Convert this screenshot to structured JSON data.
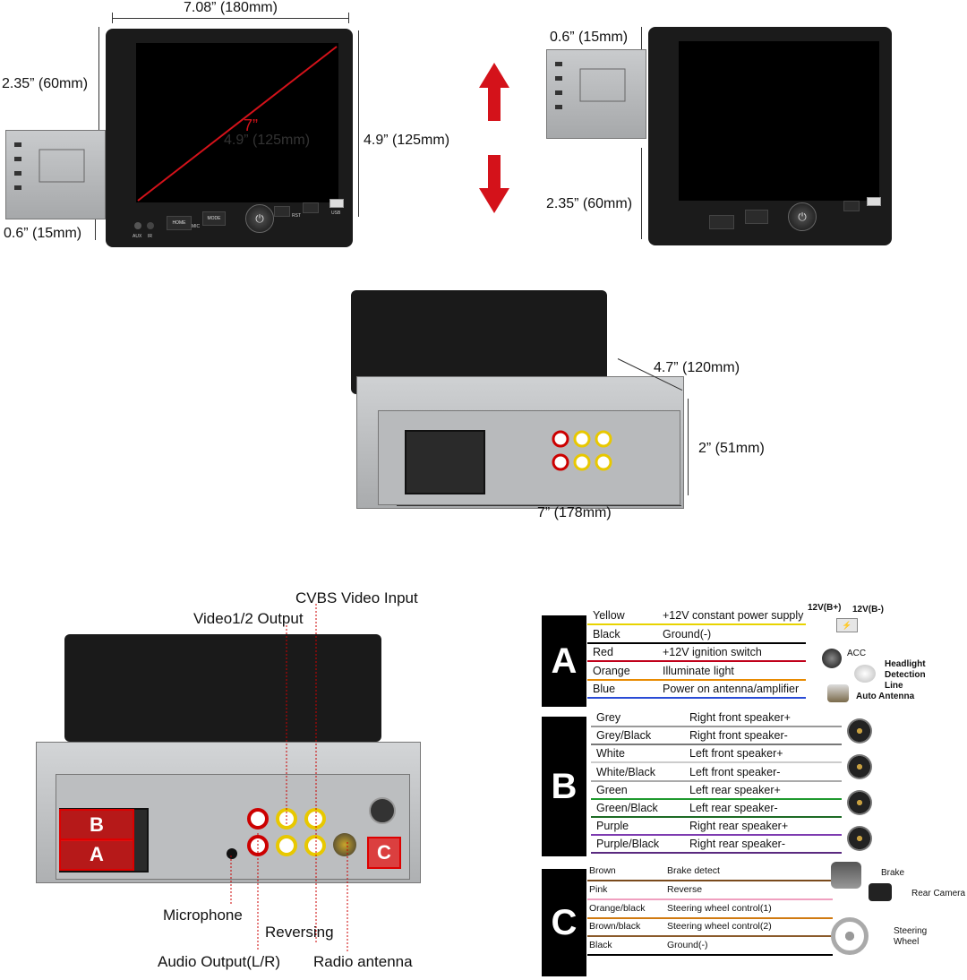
{
  "top_left": {
    "width": "7.08” (180mm)",
    "left_h": "2.35” (60mm)",
    "right_h": "4.9” (125mm)",
    "bottom": "0.6” (15mm)",
    "diag": "7”",
    "inner": "4.9” (125mm)",
    "btn_home": "HOME",
    "btn_mode": "MODE",
    "btn_rst": "RST",
    "lbl_aux": "AUX",
    "lbl_ir": "IR",
    "lbl_mic": "MIC",
    "lbl_usb": "USB"
  },
  "top_right": {
    "top": "0.6” (15mm)",
    "bottom": "2.35” (60mm)"
  },
  "middle": {
    "depth": "4.7” (120mm)",
    "height": "2” (51mm)",
    "width": "7” (178mm)"
  },
  "back": {
    "cvbs": "CVBS Video Input",
    "video12": "Video1/2 Output",
    "mic": "Microphone",
    "reversing": "Reversing",
    "audio": "Audio Output(L/R)",
    "antenna": "Radio antenna",
    "marker_b": "B",
    "marker_a": "A",
    "marker_c": "C"
  },
  "wiring": {
    "A": {
      "letter": "A",
      "rows": [
        {
          "name": "Yellow",
          "desc": "+12V constant power supply",
          "color": "#e8d300"
        },
        {
          "name": "Black",
          "desc": "Ground(-)",
          "color": "#000000"
        },
        {
          "name": "Red",
          "desc": "+12V ignition switch",
          "color": "#c0001a"
        },
        {
          "name": "Orange",
          "desc": "Illuminate light",
          "color": "#e88a00"
        },
        {
          "name": "Blue",
          "desc": "Power on antenna/amplifier",
          "color": "#2a4bd6"
        }
      ],
      "battery_pos": "12V(B+)",
      "battery_neg": "12V(B-)",
      "acc": "ACC",
      "headlight": [
        "Headlight",
        "Detection",
        "Line"
      ],
      "antenna": "Auto Antenna"
    },
    "B": {
      "letter": "B",
      "rows": [
        {
          "name": "Grey",
          "desc": "Right front speaker+",
          "color": "#999999"
        },
        {
          "name": "Grey/Black",
          "desc": "Right front speaker-",
          "color": "#777777"
        },
        {
          "name": "White",
          "desc": "Left front speaker+",
          "color": "#cccccc"
        },
        {
          "name": "White/Black",
          "desc": "Left front speaker-",
          "color": "#aaaaaa"
        },
        {
          "name": "Green",
          "desc": "Left rear speaker+",
          "color": "#1f9a2e"
        },
        {
          "name": "Green/Black",
          "desc": "Left rear speaker-",
          "color": "#1d6b25"
        },
        {
          "name": "Purple",
          "desc": "Right rear speaker+",
          "color": "#7d3bb0"
        },
        {
          "name": "Purple/Black",
          "desc": "Right rear speaker-",
          "color": "#5a2a80"
        }
      ]
    },
    "C": {
      "letter": "C",
      "rows": [
        {
          "name": "Brown",
          "desc": "Brake detect",
          "color": "#7a4a1c"
        },
        {
          "name": "Pink",
          "desc": "Reverse",
          "color": "#f0a0c0"
        },
        {
          "name": "Orange/black",
          "desc": "Steering wheel control(1)",
          "color": "#d07a10"
        },
        {
          "name": "Brown/black",
          "desc": "Steering wheel control(2)",
          "color": "#8a5a2a"
        },
        {
          "name": "Black",
          "desc": "Ground(-)",
          "color": "#000000"
        }
      ],
      "brake": "Brake",
      "rear_camera": "Rear Camera",
      "steering": [
        "Steering",
        "Wheel"
      ]
    }
  }
}
